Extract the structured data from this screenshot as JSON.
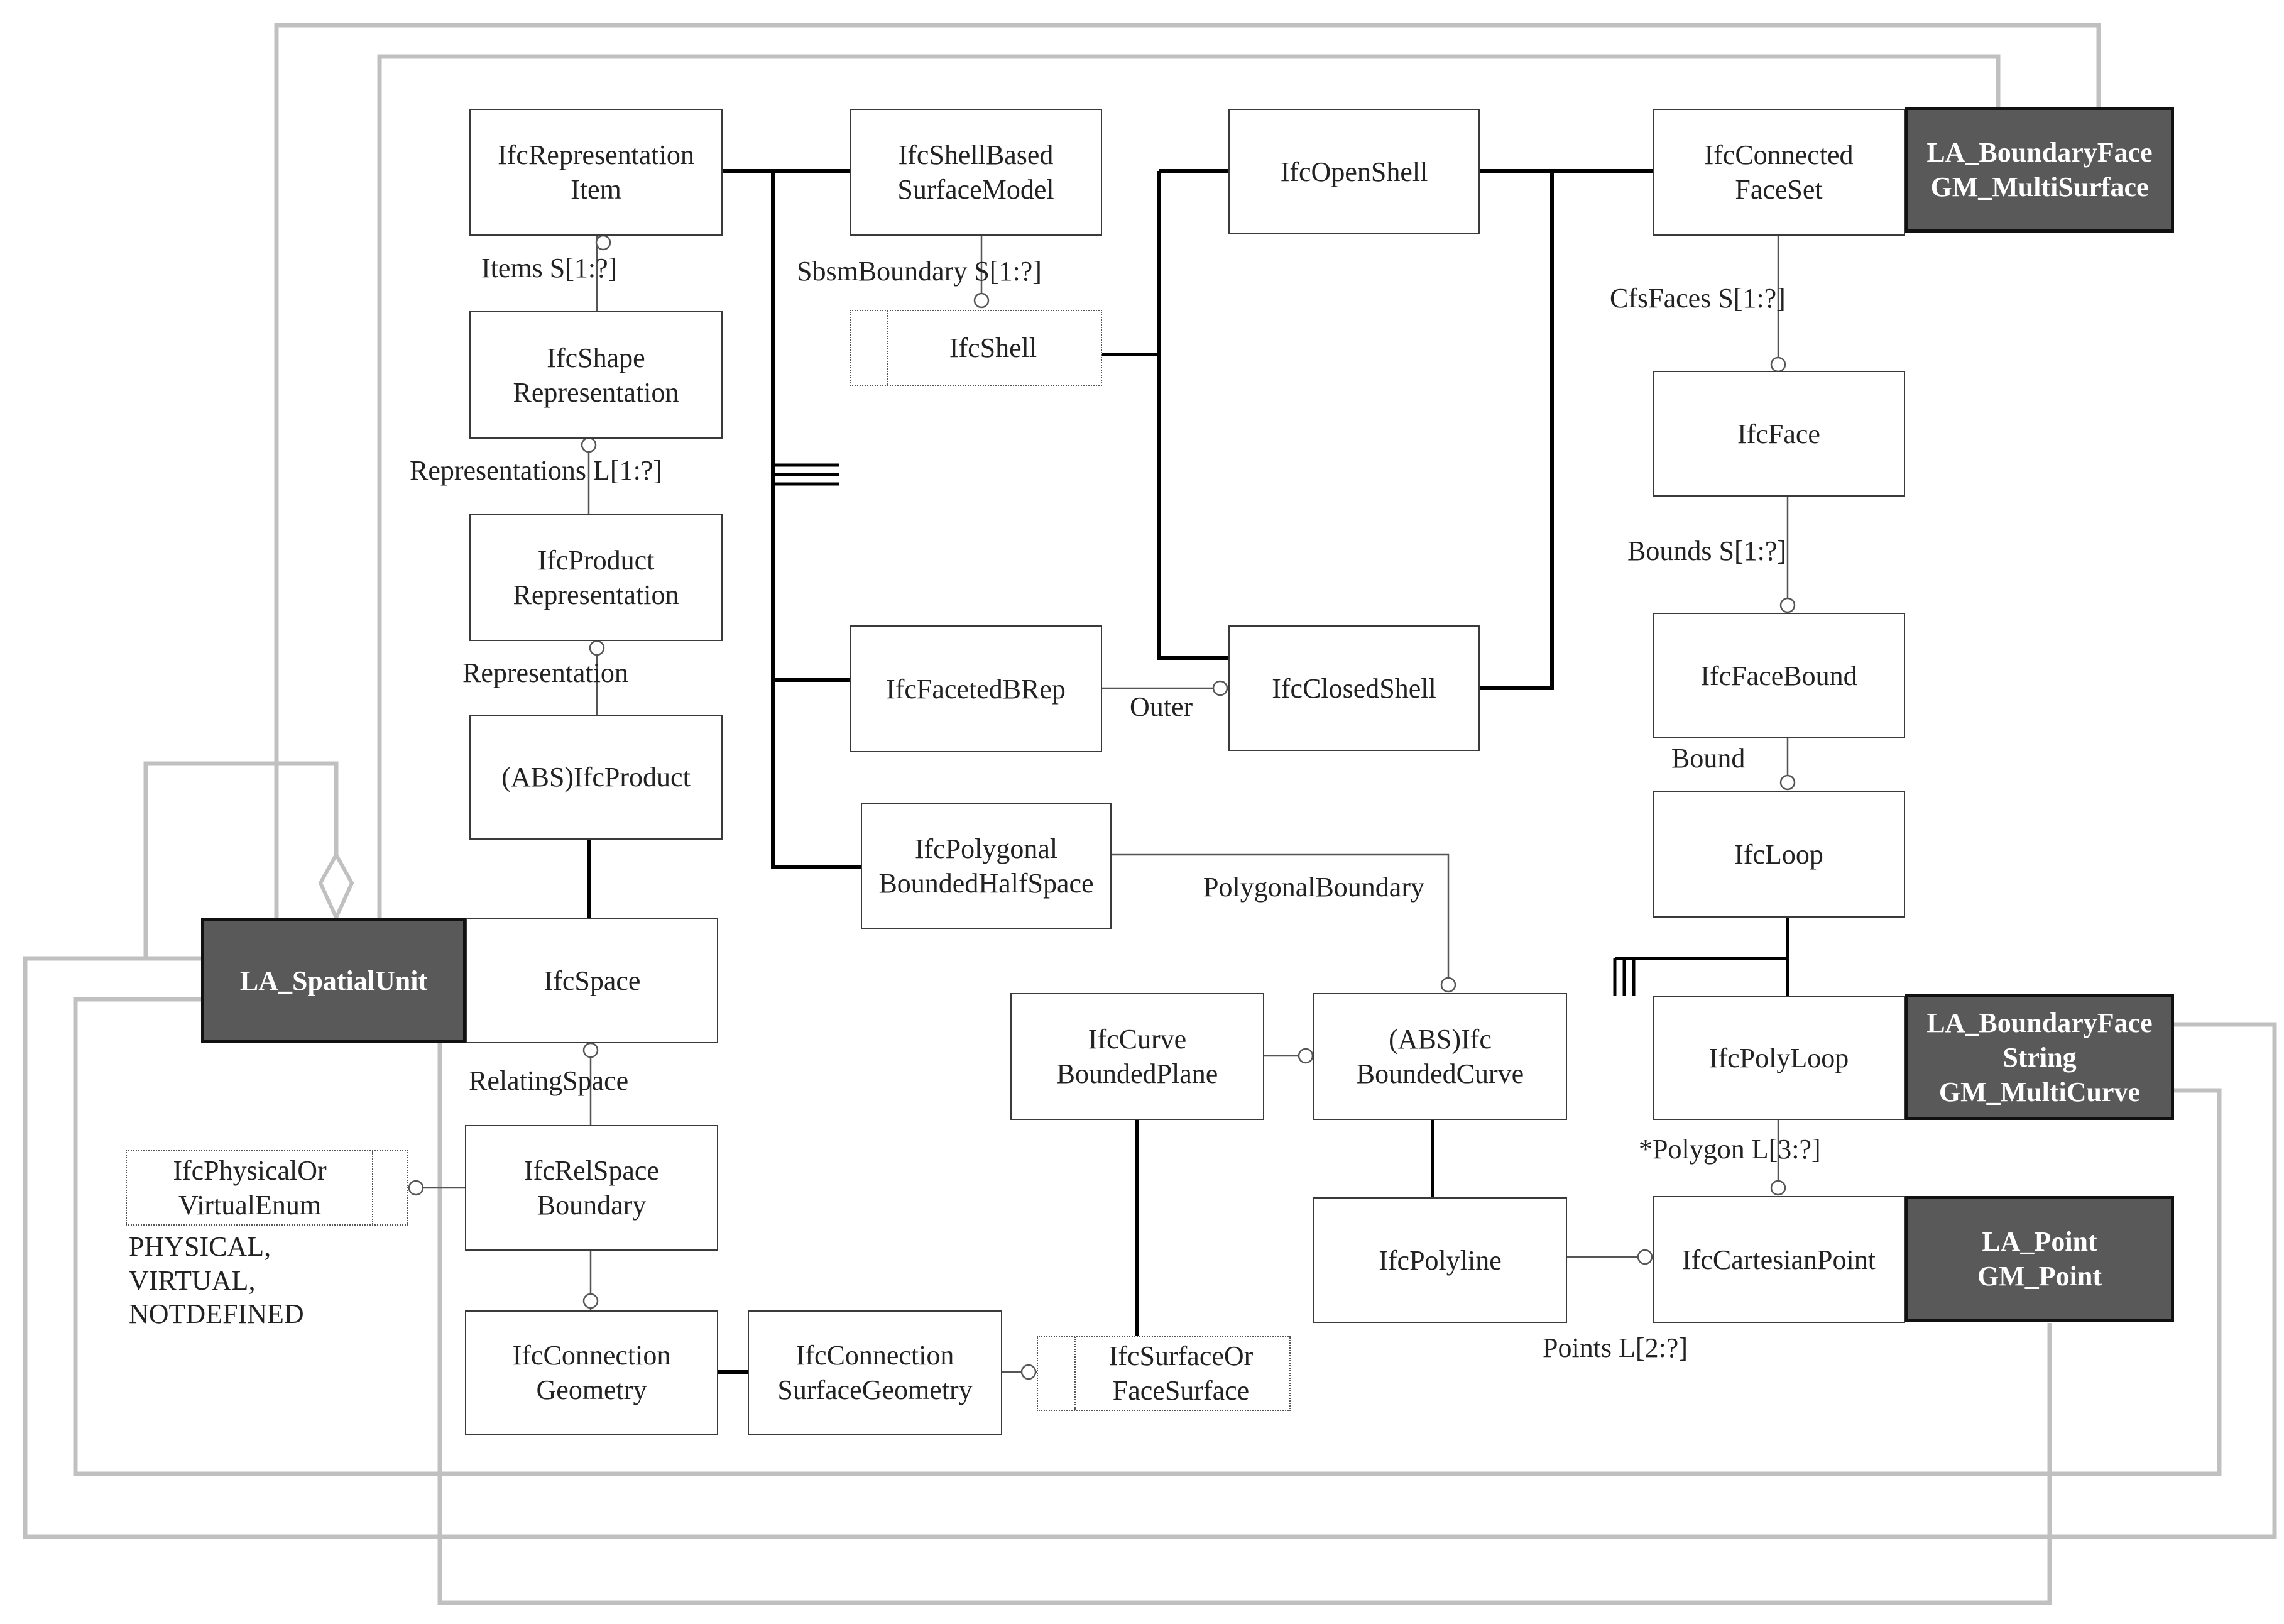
{
  "diagram": {
    "colors": {
      "line": "#000000",
      "grey_line": "#c0c0c0",
      "dark_fill": "#595959",
      "dark_border": "#111111"
    },
    "boxes": {
      "ifc_representation_item": "IfcRepresentation\nItem",
      "ifc_shape_representation": "IfcShape\nRepresentation",
      "ifc_product_representation": "IfcProduct\nRepresentation",
      "abs_ifc_product": "(ABS)IfcProduct",
      "la_spatial_unit": "LA_SpatialUnit",
      "ifc_space": "IfcSpace",
      "ifc_rel_space_boundary": "IfcRelSpace\nBoundary",
      "ifc_physical_or_virtual_enum": "IfcPhysicalOr\nVirtualEnum",
      "ifc_connection_geometry": "IfcConnection\nGeometry",
      "ifc_connection_surface_geometry": "IfcConnection\nSurfaceGeometry",
      "ifc_surface_or_face_surface": "IfcSurfaceOr\nFaceSurface",
      "ifc_shell_based_surface_model": "IfcShellBased\nSurfaceModel",
      "ifc_shell": "IfcShell",
      "ifc_faceted_brep": "IfcFacetedBRep",
      "ifc_polygonal_bounded_half_space": "IfcPolygonal\nBoundedHalfSpace",
      "ifc_open_shell": "IfcOpenShell",
      "ifc_closed_shell": "IfcClosedShell",
      "ifc_curve_bounded_plane": "IfcCurve\nBoundedPlane",
      "abs_ifc_bounded_curve": "(ABS)Ifc\nBoundedCurve",
      "ifc_polyline": "IfcPolyline",
      "ifc_connected_face_set": "IfcConnected\nFaceSet",
      "la_boundary_face": "LA_BoundaryFace\nGM_MultiSurface",
      "ifc_face": "IfcFace",
      "ifc_face_bound": "IfcFaceBound",
      "ifc_loop": "IfcLoop",
      "ifc_poly_loop": "IfcPolyLoop",
      "la_boundary_face_string": "LA_BoundaryFace\nString\nGM_MultiCurve",
      "ifc_cartesian_point": "IfcCartesianPoint",
      "la_point": "LA_Point\nGM_Point"
    },
    "labels": {
      "items": "Items S[1:?]",
      "representations": "Representations L[1:?]",
      "representation": "Representation",
      "relating_space": "RelatingSpace",
      "enum_values": "PHYSICAL,\nVIRTUAL,\nNOTDEFINED",
      "sbsm_boundary": "SbsmBoundary S[1:?]",
      "outer": "Outer",
      "polygonal_boundary": "PolygonalBoundary",
      "cfs_faces": "CfsFaces S[1:?]",
      "bounds": "Bounds S[1:?]",
      "bound": "Bound",
      "polygon": "*Polygon L[3:?]",
      "points": "Points L[2:?]"
    }
  }
}
